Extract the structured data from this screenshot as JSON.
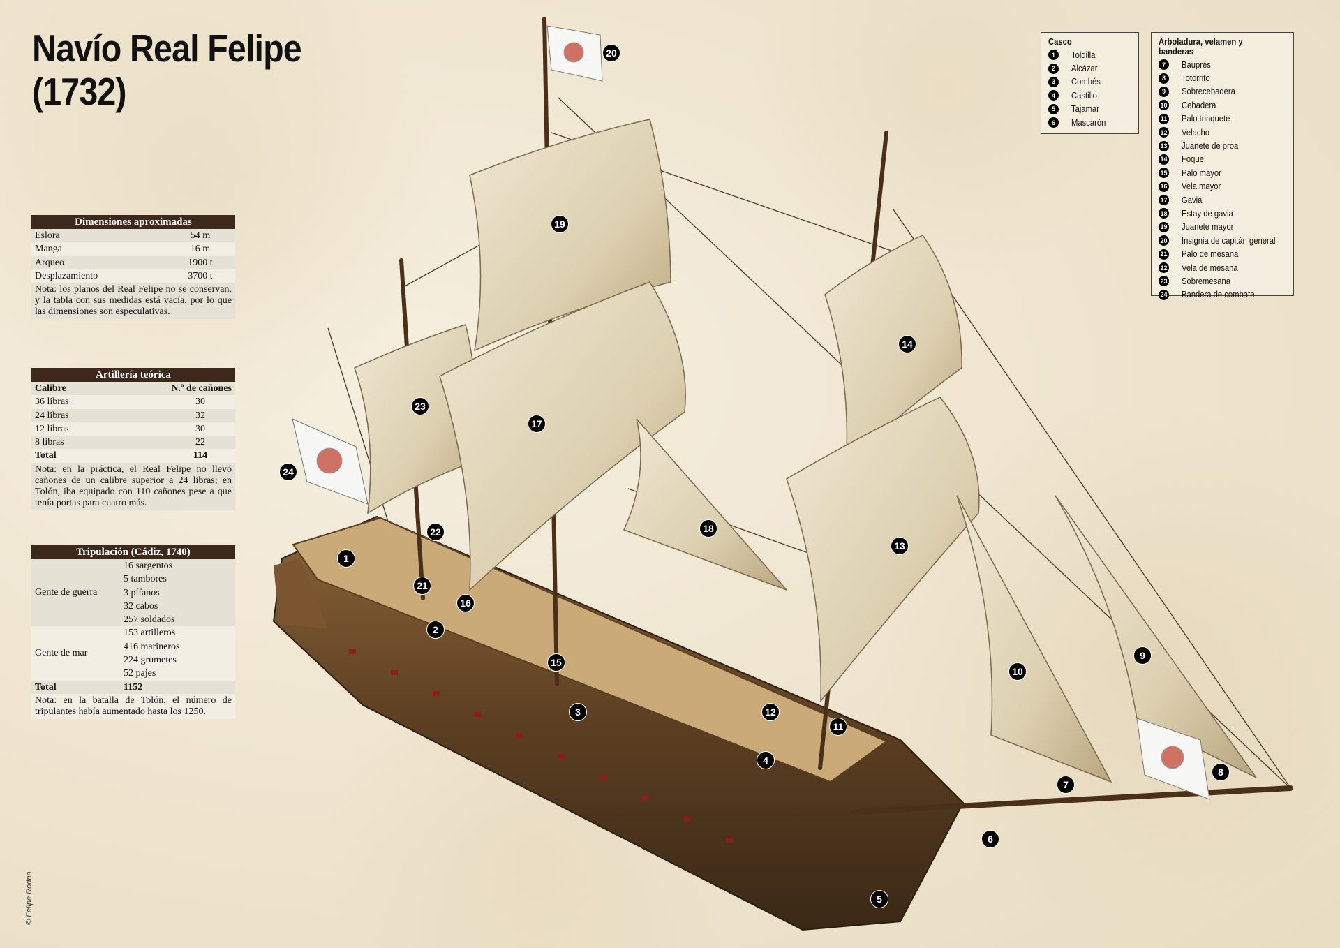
{
  "title": {
    "line1": "Navío Real Felipe",
    "line2": "(1732)"
  },
  "dimensions": {
    "header": "Dimensiones aproximadas",
    "rows": [
      {
        "k": "Eslora",
        "v": "54 m"
      },
      {
        "k": "Manga",
        "v": "16 m"
      },
      {
        "k": "Arqueo",
        "v": "1900 t"
      },
      {
        "k": "Desplazamiento",
        "v": "3700 t"
      }
    ],
    "note": "Nota: los planos del Real Felipe no se conservan, y la tabla con sus medidas está vacía, por lo que las dimensiones son especulativas."
  },
  "artillery": {
    "header": "Artillería teórica",
    "col1": "Calibre",
    "col2": "N.º de cañones",
    "rows": [
      {
        "k": "36 libras",
        "v": "30"
      },
      {
        "k": "24 libras",
        "v": "32"
      },
      {
        "k": "12 libras",
        "v": "30"
      },
      {
        "k": "8 libras",
        "v": "22"
      }
    ],
    "total_label": "Total",
    "total": "114",
    "note": "Nota: en la práctica, el Real Felipe no llevó cañones de un calibre superior a 24 libras; en Tolón, iba equipado con 110 cañones pese a que tenía portas para cuatro más."
  },
  "crew": {
    "header": "Tripulación (Cádiz, 1740)",
    "groups": [
      {
        "name": "Gente de guerra",
        "items": [
          "16 sargentos",
          "5 tambores",
          "3 pífanos",
          "32 cabos",
          "257 soldados"
        ]
      },
      {
        "name": "Gente de mar",
        "items": [
          "153 artilleros",
          "416 marineros",
          "224 grumetes",
          "52 pajes"
        ]
      }
    ],
    "total_label": "Total",
    "total": "1152",
    "note": "Nota: en la batalla de Tolón, el número de tripulantes había aumentado hasta los 1250."
  },
  "legend_hull": {
    "title": "Casco",
    "items": [
      {
        "n": "1",
        "t": "Toldilla"
      },
      {
        "n": "2",
        "t": "Alcázar"
      },
      {
        "n": "3",
        "t": "Combés"
      },
      {
        "n": "4",
        "t": "Castillo"
      },
      {
        "n": "5",
        "t": "Tajamar"
      },
      {
        "n": "6",
        "t": "Mascarón"
      }
    ]
  },
  "legend_rig": {
    "title": "Arboladura, velamen y banderas",
    "items": [
      {
        "n": "7",
        "t": "Bauprés"
      },
      {
        "n": "8",
        "t": "Totorrito"
      },
      {
        "n": "9",
        "t": "Sobrecebadera"
      },
      {
        "n": "10",
        "t": "Cebadera"
      },
      {
        "n": "11",
        "t": "Palo trinquete"
      },
      {
        "n": "12",
        "t": "Velacho"
      },
      {
        "n": "13",
        "t": "Juanete de proa"
      },
      {
        "n": "14",
        "t": "Foque"
      },
      {
        "n": "15",
        "t": "Palo mayor"
      },
      {
        "n": "16",
        "t": "Vela mayor"
      },
      {
        "n": "17",
        "t": "Gavia"
      },
      {
        "n": "18",
        "t": "Estay de gavia"
      },
      {
        "n": "19",
        "t": "Juanete mayor"
      },
      {
        "n": "20",
        "t": "Insignia de capitán general"
      },
      {
        "n": "21",
        "t": "Palo de mesana"
      },
      {
        "n": "22",
        "t": "Vela de mesana"
      },
      {
        "n": "23",
        "t": "Sobremesana"
      },
      {
        "n": "24",
        "t": "Bandera de combate"
      }
    ]
  },
  "markers": [
    "1",
    "2",
    "3",
    "4",
    "5",
    "6",
    "7",
    "8",
    "9",
    "10",
    "11",
    "12",
    "13",
    "14",
    "15",
    "16",
    "17",
    "18",
    "19",
    "20",
    "21",
    "22",
    "23",
    "24"
  ],
  "credit": "© Felipe Rodna",
  "colors": {
    "table_header": "#3d281c",
    "sail": "#e6dcc3",
    "hull": "#6b4a2b"
  }
}
